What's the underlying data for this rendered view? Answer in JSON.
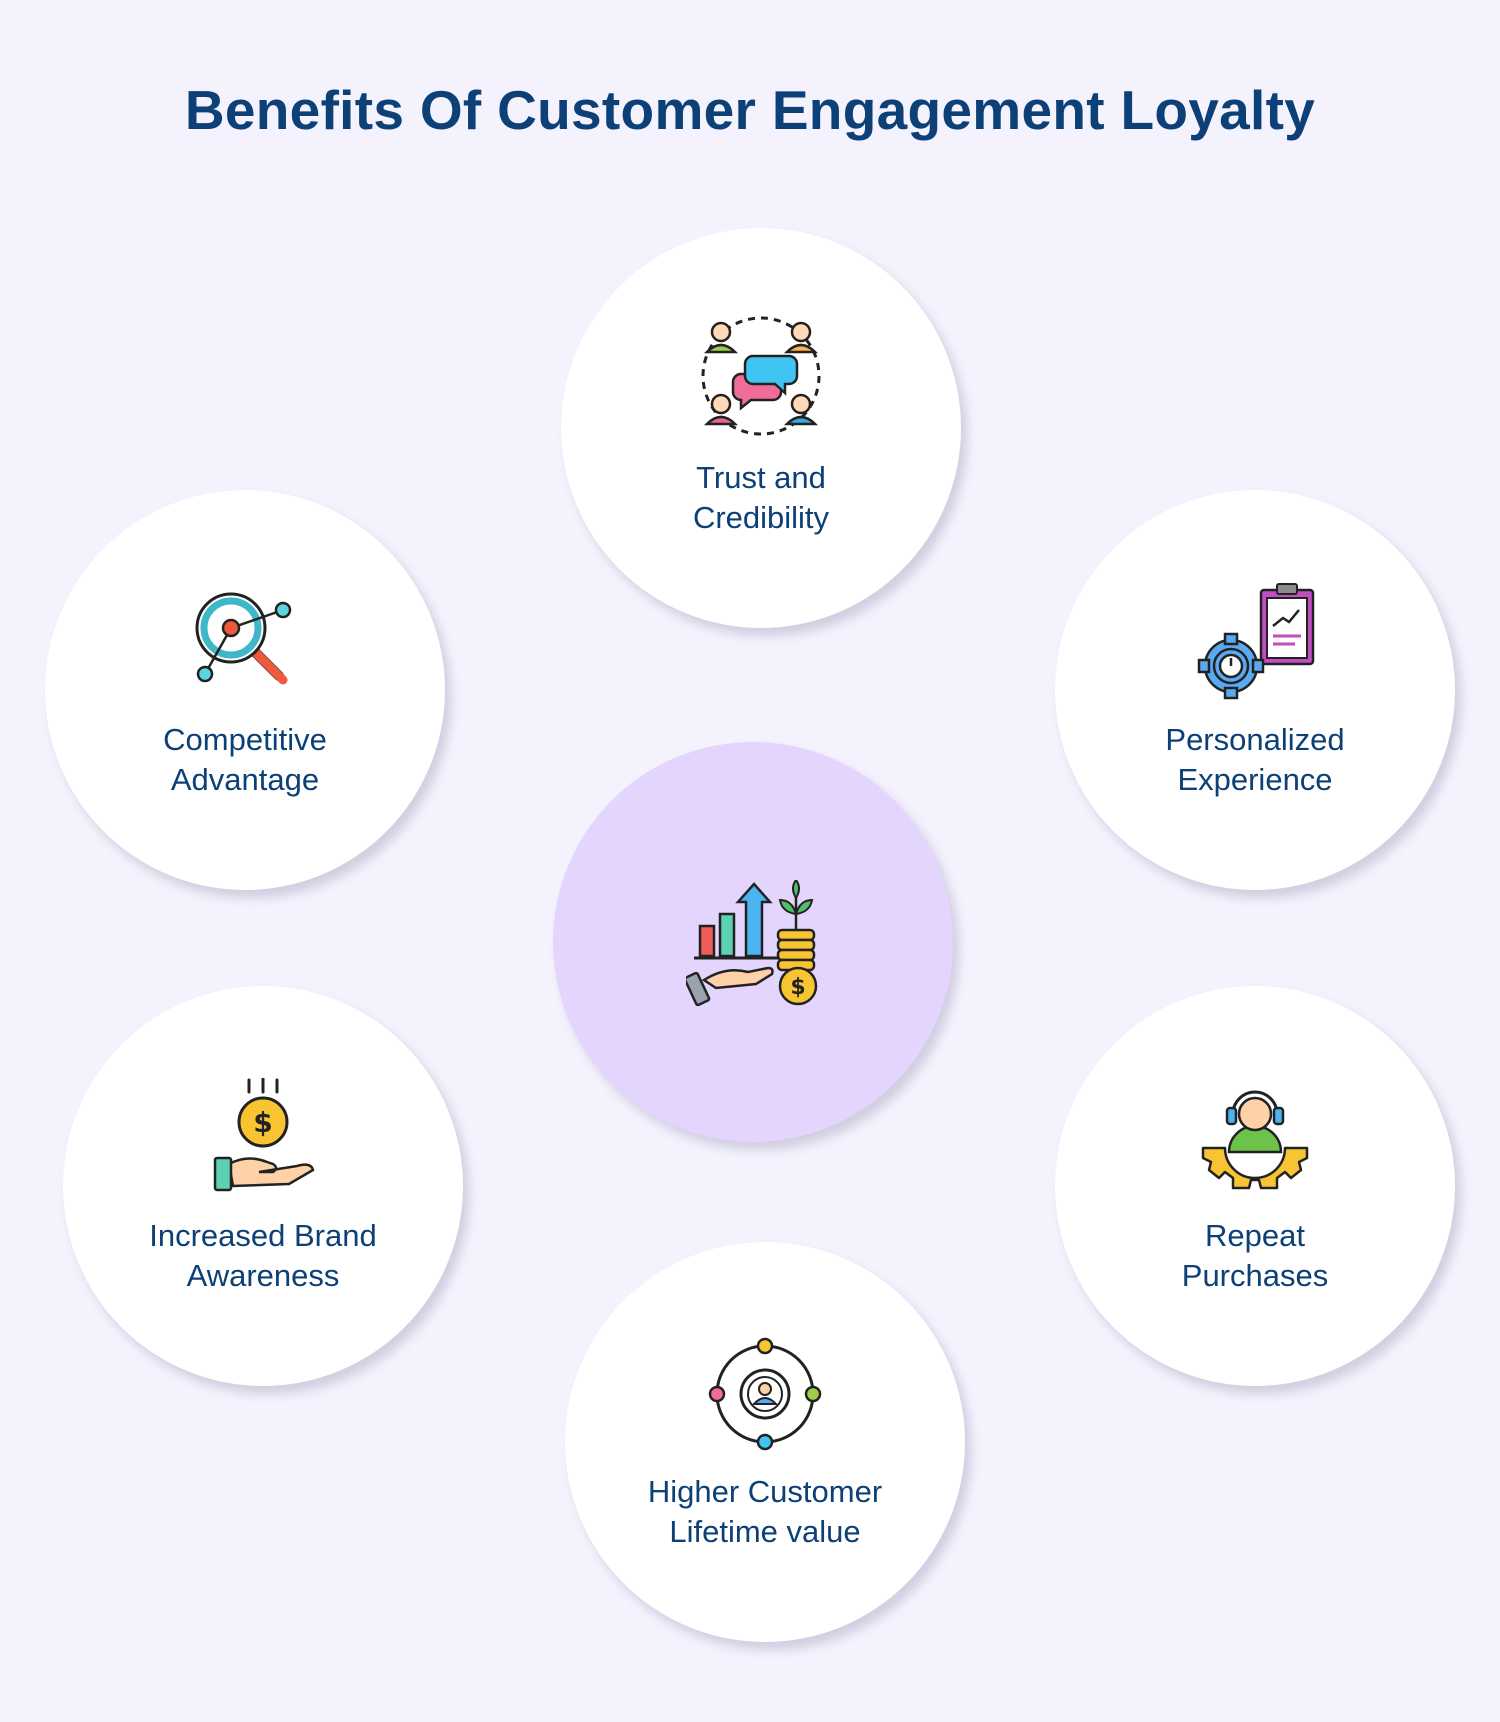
{
  "title": "Benefits Of Customer Engagement Loyalty",
  "center": {
    "icon": "growth-investment-icon"
  },
  "items": [
    {
      "label": "Trust and\nCredibility",
      "icon": "community-chat-icon"
    },
    {
      "label": "Competitive\nAdvantage",
      "icon": "magnifier-analysis-icon"
    },
    {
      "label": "Personalized\nExperience",
      "icon": "gear-clipboard-icon"
    },
    {
      "label": "Increased Brand\nAwareness",
      "icon": "hand-coin-icon"
    },
    {
      "label": "Repeat\nPurchases",
      "icon": "support-agent-gear-icon"
    },
    {
      "label": "Higher Customer\nLifetime value",
      "icon": "customer-orbit-icon"
    }
  ],
  "colors": {
    "background": "#f4f2fd",
    "title": "#0c4077",
    "center_circle": "#e3d5fd",
    "circle": "#ffffff"
  }
}
